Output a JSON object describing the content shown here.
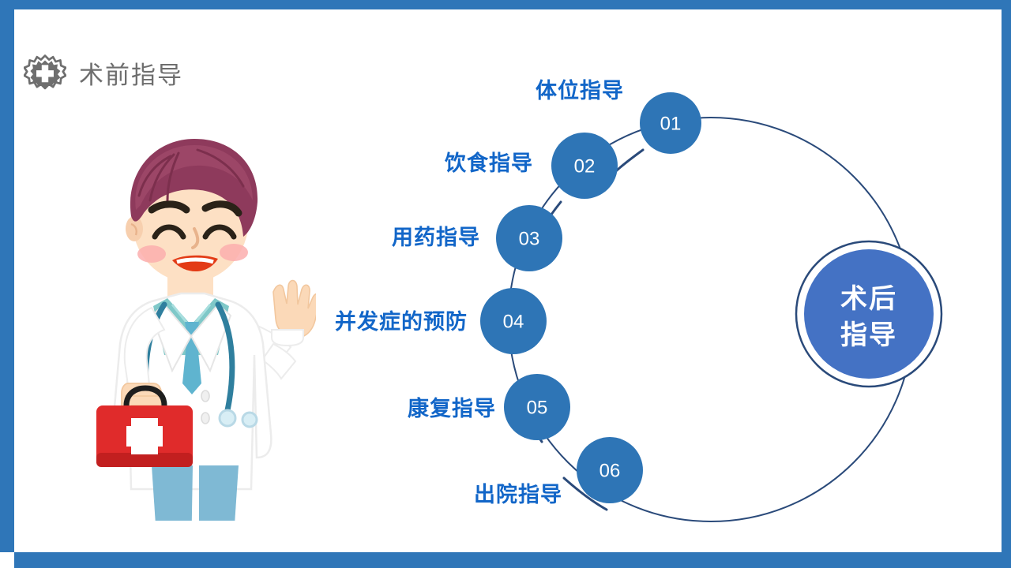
{
  "slide": {
    "background_color": "#ffffff",
    "border_color": "#2f76b8"
  },
  "header": {
    "logo_icon": "medical-cross-diamond-icon",
    "logo_color": "#6e6e6e",
    "title": "术前指导",
    "title_color": "#6e6e6e"
  },
  "illustration": {
    "name": "cartoon-doctor-waving-with-medical-kit",
    "hair_color": "#8e3a5c",
    "coat_color": "#ffffff",
    "scrubs_color": "#7fc8c8",
    "pants_color": "#7fb9d4",
    "shoes_color": "#1e3f5a",
    "kit_color": "#e02b2b",
    "skin_color": "#fde0c4"
  },
  "diagram": {
    "type": "circular-process-flow",
    "node_fill": "#2e75b6",
    "node_text_color": "#ffffff",
    "label_color": "#1266c8",
    "arc_color": "#2a4a7a",
    "hub": {
      "label_line_1": "术后",
      "label_line_2": "指导",
      "fill": "#4472c4",
      "ring_color": "#2a4a7a",
      "text_color": "#ffffff"
    },
    "nodes": [
      {
        "number": "01",
        "label": "体位指导"
      },
      {
        "number": "02",
        "label": "饮食指导"
      },
      {
        "number": "03",
        "label": "用药指导"
      },
      {
        "number": "04",
        "label": "并发症的预防"
      },
      {
        "number": "05",
        "label": "康复指导"
      },
      {
        "number": "06",
        "label": "出院指导"
      }
    ]
  }
}
